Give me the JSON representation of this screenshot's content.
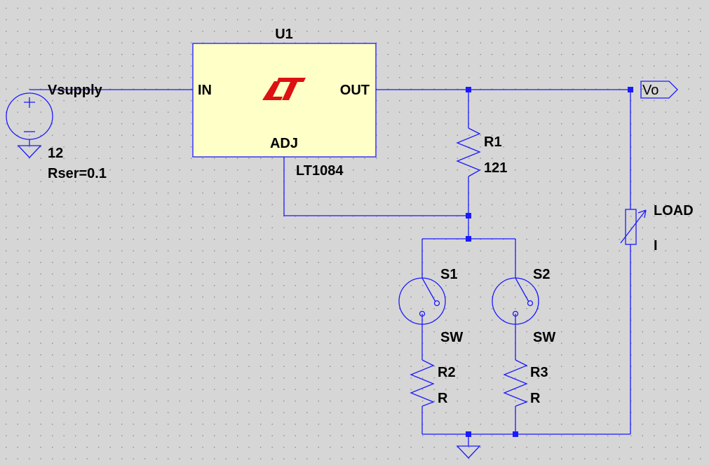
{
  "background_color": "#d6d6d6",
  "grid_dot_color": "#8a8a8a",
  "wire_color": "#1a1aff",
  "ic_fill_color": "#ffffc8",
  "logo_color": "#dd1111",
  "ic": {
    "ref": "U1",
    "part": "LT1084",
    "pin_in": "IN",
    "pin_out": "OUT",
    "pin_adj": "ADJ",
    "logo": "linear-technology-logo"
  },
  "source": {
    "name": "Vsupply",
    "value": "12",
    "param": "Rser=0.1"
  },
  "r1": {
    "ref": "R1",
    "value": "121"
  },
  "r2": {
    "ref": "R2",
    "value": "R"
  },
  "r3": {
    "ref": "R3",
    "value": "R"
  },
  "s1": {
    "ref": "S1",
    "model": "SW"
  },
  "s2": {
    "ref": "S2",
    "model": "SW"
  },
  "load": {
    "ref": "LOAD",
    "value": "I"
  },
  "output_port": {
    "label": "Vo"
  }
}
